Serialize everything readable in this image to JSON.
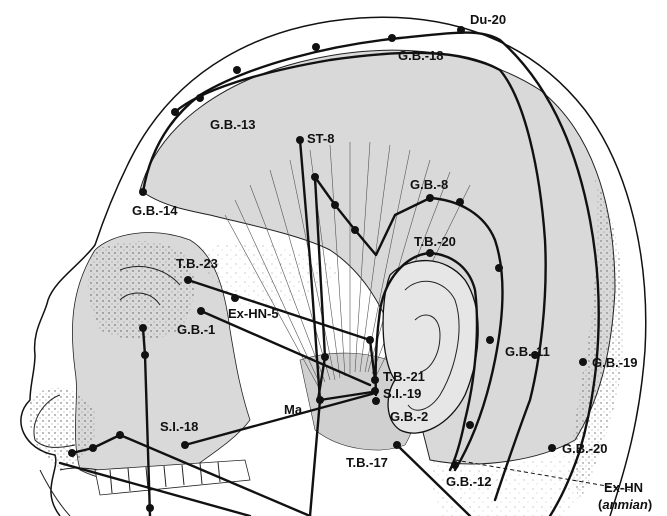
{
  "colors": {
    "ink": "#111111",
    "skull": "#d9d9d9",
    "paper": "#ffffff"
  },
  "labels": {
    "du20": "Du-20",
    "gb18": "G.B.-18",
    "gb13": "G.B.-13",
    "st8": "ST-8",
    "gb14": "G.B.-14",
    "gb8": "G.B.-8",
    "tb20": "T.B.-20",
    "tb23": "T.B.-23",
    "exhn5": "Ex-HN-5",
    "gb1": "G.B.-1",
    "gb11": "G.B.-11",
    "gb19": "G.B.-19",
    "tb21": "T.B.-21",
    "si19": "S.I.-19",
    "ma": "Ma",
    "gb2": "G.B.-2",
    "si18": "S.I.-18",
    "gb20": "G.B.-20",
    "tb17": "T.B.-17",
    "gb12": "G.B.-12",
    "exhn": "Ex-HN",
    "anmian_open": "(",
    "anmian": "anmian",
    "anmian_close": ")"
  }
}
